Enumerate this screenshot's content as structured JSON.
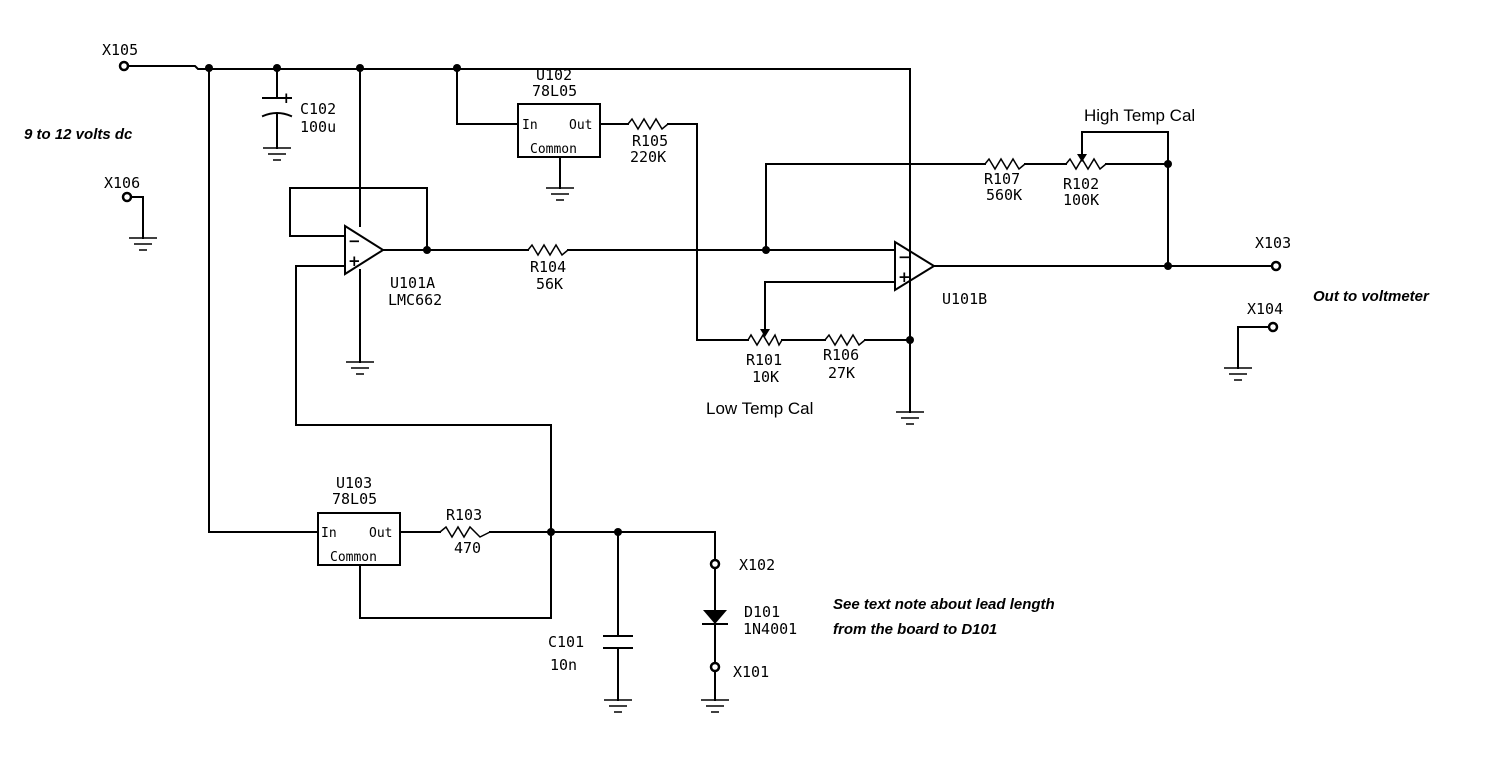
{
  "terminals": {
    "x105": "X105",
    "x106": "X106",
    "x103": "X103",
    "x104": "X104",
    "x102": "X102",
    "x101": "X101"
  },
  "components": {
    "c102": {
      "ref": "C102",
      "value": "100u",
      "polarity": "+"
    },
    "u102": {
      "ref": "U102",
      "part": "78L05",
      "in": "In",
      "out": "Out",
      "common": "Common"
    },
    "r105": {
      "ref": "R105",
      "value": "220K"
    },
    "u101a": {
      "ref": "U101A",
      "part": "LMC662"
    },
    "r104": {
      "ref": "R104",
      "value": "56K"
    },
    "r107": {
      "ref": "R107",
      "value": "560K"
    },
    "r102": {
      "ref": "R102",
      "value": "100K"
    },
    "u101b": {
      "ref": "U101B"
    },
    "r101": {
      "ref": "R101",
      "value": "10K"
    },
    "r106": {
      "ref": "R106",
      "value": "27K"
    },
    "u103": {
      "ref": "U103",
      "part": "78L05",
      "in": "In",
      "out": "Out",
      "common": "Common"
    },
    "r103": {
      "ref": "R103",
      "value": "470"
    },
    "c101": {
      "ref": "C101",
      "value": "10n"
    },
    "d101": {
      "ref": "D101",
      "part": "1N4001"
    }
  },
  "opamp_signs": {
    "minus": "−",
    "plus": "+"
  },
  "labels": {
    "supply": "9 to 12 volts dc",
    "high_cal": "High Temp Cal",
    "low_cal": "Low Temp Cal",
    "output": "Out to voltmeter",
    "note_line1": "See text note about lead length",
    "note_line2": "from  the board to D101"
  }
}
